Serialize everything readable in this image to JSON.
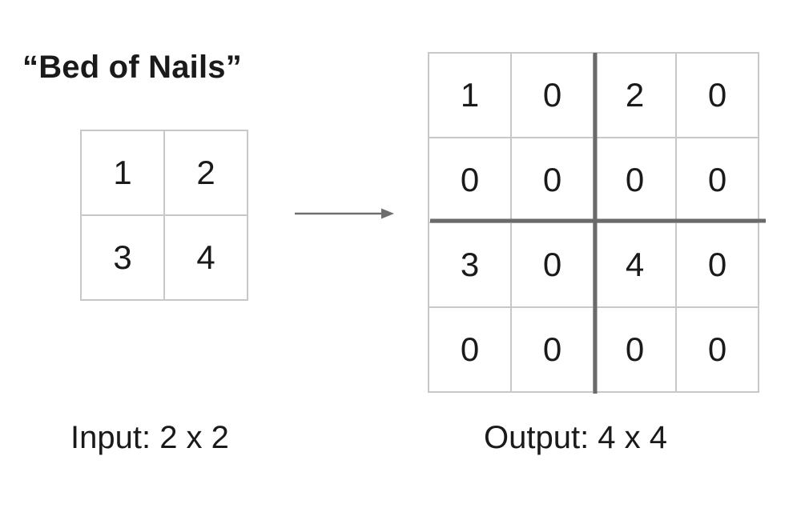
{
  "title": "“Bed of Nails”",
  "input": {
    "caption": "Input: 2 x 2",
    "cells": [
      [
        "1",
        "2"
      ],
      [
        "3",
        "4"
      ]
    ]
  },
  "output": {
    "caption": "Output: 4 x 4",
    "cells": [
      [
        "1",
        "0",
        "2",
        "0"
      ],
      [
        "0",
        "0",
        "0",
        "0"
      ],
      [
        "3",
        "0",
        "4",
        "0"
      ],
      [
        "0",
        "0",
        "0",
        "0"
      ]
    ]
  },
  "colors": {
    "text": "#1a1a1a",
    "cell_border": "#c8c8c8",
    "divider": "#6a6a6a",
    "arrow": "#6e6e6e"
  }
}
